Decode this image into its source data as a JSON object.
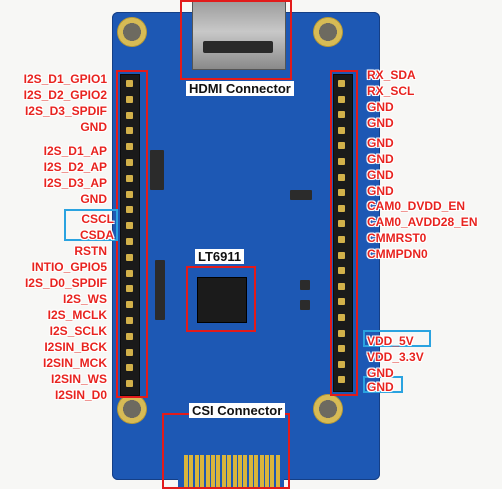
{
  "left_labels": [
    "I2S_D1_GPIO1",
    "I2S_D2_GPIO2",
    "I2S_D3_SPDIF",
    "GND",
    "I2S_D1_AP",
    "I2S_D2_AP",
    "I2S_D3_AP",
    "GND",
    "CSCL",
    "CSDA",
    "RSTN",
    "INTIO_GPIO5",
    "I2S_D0_SPDIF",
    "I2S_WS",
    "I2S_MCLK",
    "I2S_SCLK",
    "I2SIN_BCK",
    "I2SIN_MCK",
    "I2SIN_WS",
    "I2SIN_D0"
  ],
  "right_labels": [
    "RX_SDA",
    "RX_SCL",
    "GND",
    "GND",
    "GND",
    "GND",
    "GND",
    "GND",
    "CAM0_DVDD_EN",
    "CAM0_AVDD28_EN",
    "CMMRST0",
    "CMMPDN0",
    "VDD_5V",
    "VDD_3.3V",
    "GND",
    "GND"
  ],
  "callouts": {
    "hdmi": "HDMI Connector",
    "chip": "LT6911",
    "csi": "CSI Connector"
  },
  "colors": {
    "pcb": "#1d58b4",
    "highlight_red": "#e21b1b",
    "highlight_blue": "#2aa3e0",
    "label_red": "#e8231f"
  }
}
